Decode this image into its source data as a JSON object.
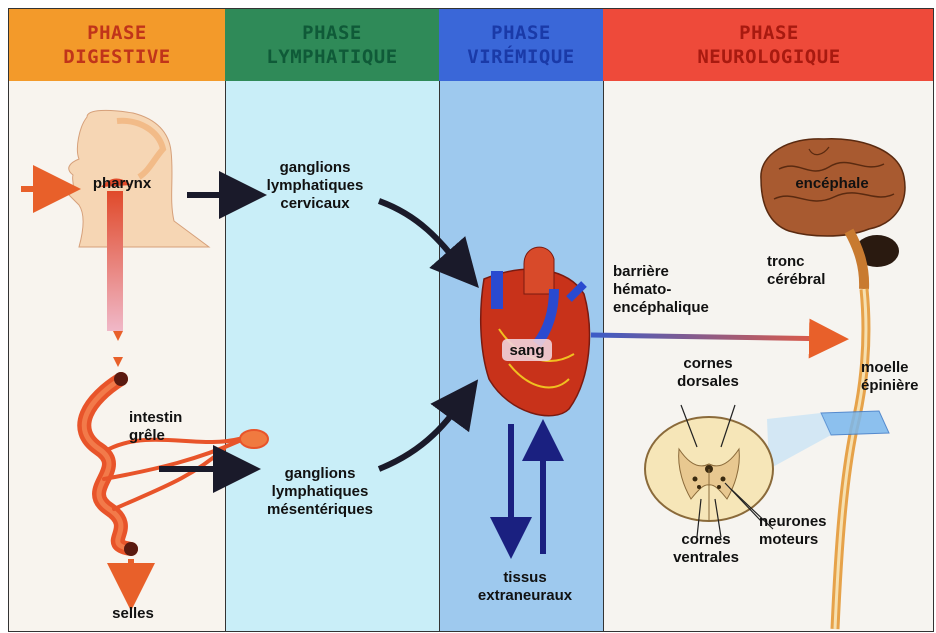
{
  "phases": [
    {
      "line1": "PHASE",
      "line2": "DIGESTIVE",
      "bg": "#f39a2a",
      "color": "#c0341a"
    },
    {
      "line1": "PHASE",
      "line2": "LYMPHATIQUE",
      "bg": "#2f8a58",
      "color": "#0f5a38"
    },
    {
      "line1": "PHASE",
      "line2": "VIRÉMIQUE",
      "bg": "#3a67d8",
      "color": "#1a3aa8"
    },
    {
      "line1": "PHASE",
      "line2": "NEUROLOGIQUE",
      "bg": "#ee4a3a",
      "color": "#a81a10"
    }
  ],
  "column_colors": {
    "digestive": "#f8f4ee",
    "lymphatique": "#c9eef8",
    "viremique": "#9ec9ee",
    "neurologique": "#f6f4f0"
  },
  "labels": {
    "pharynx": "pharynx",
    "intestin": [
      "intestin",
      "grêle"
    ],
    "selles": "selles",
    "ganglions_cervicaux": [
      "ganglions",
      "lymphatiques",
      "cervicaux"
    ],
    "ganglions_mesenteriques": [
      "ganglions",
      "lymphatiques",
      "mésentériques"
    ],
    "sang": "sang",
    "tissus": [
      "tissus",
      "extraneuraux"
    ],
    "barriere": [
      "barrière",
      "hémato-",
      "encéphalique"
    ],
    "encephale": "encéphale",
    "tronc": [
      "tronc",
      "cérébral"
    ],
    "moelle": [
      "moelle",
      "épinière"
    ],
    "cornes_dorsales": [
      "cornes",
      "dorsales"
    ],
    "cornes_ventrales": [
      "cornes",
      "ventrales"
    ],
    "neurones_moteurs": [
      "neurones",
      "moteurs"
    ]
  }
}
